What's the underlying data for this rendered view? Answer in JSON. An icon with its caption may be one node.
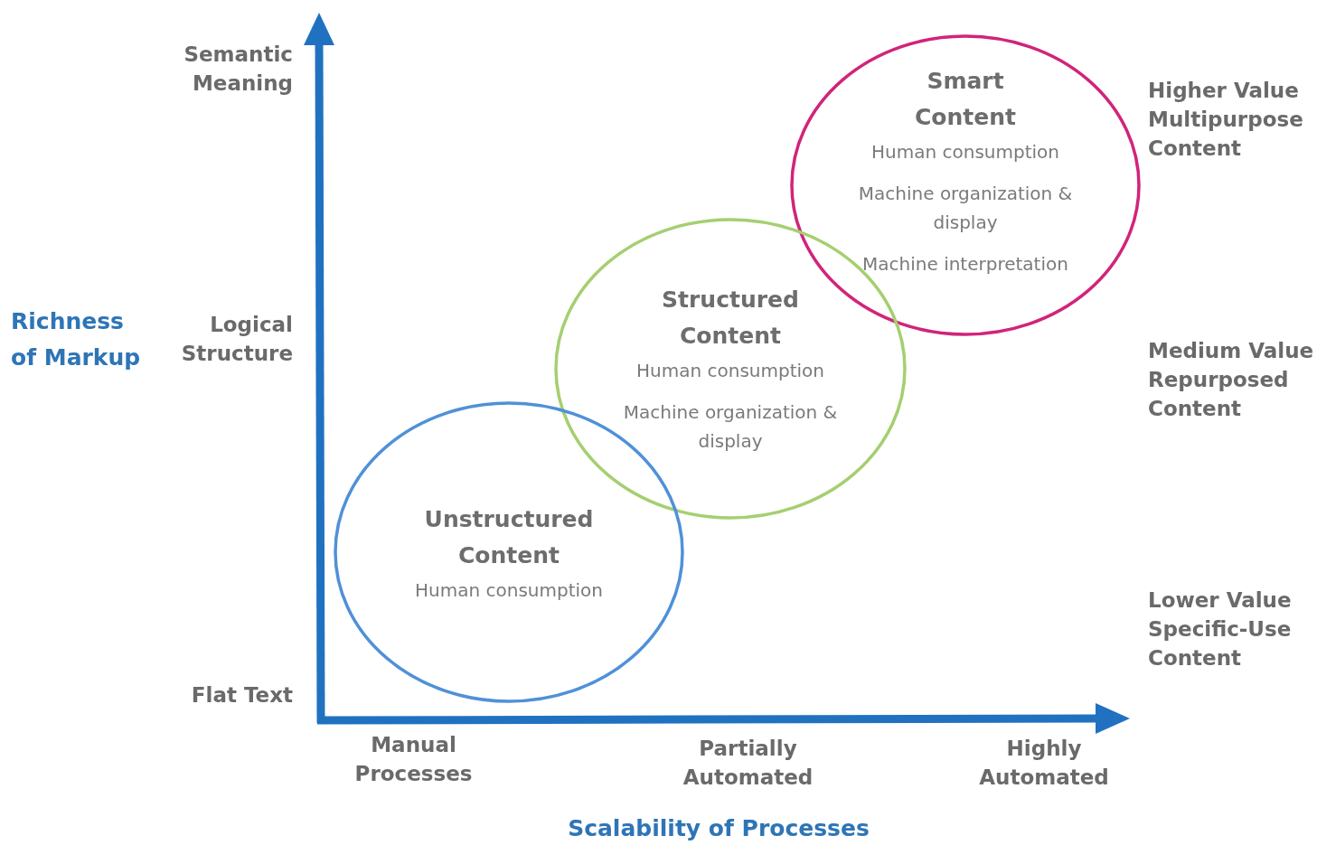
{
  "diagram": {
    "nodes": [
      {
        "text": [
          "Smart Content",
          "Human consumption",
          "Machine organization & display",
          "Machine interpretation"
        ]
      },
      {
        "text": [
          "Structured Content",
          "Human consumption",
          "Machine organization & display"
        ]
      },
      {
        "text": [
          "Unstructured Content",
          "Human consumption"
        ]
      }
    ],
    "edges": [],
    "labels": [
      "Semantic Meaning",
      "Higher Value Multipurpose Content",
      "Richness of Markup",
      "Logical Structure",
      "Medium Value Repurposed Content",
      "Lower Value Specific-Use Content",
      "Flat Text",
      "Manual Processes",
      "Partially Automated",
      "Highly Automated",
      "Scalability of Processes"
    ]
  }
}
